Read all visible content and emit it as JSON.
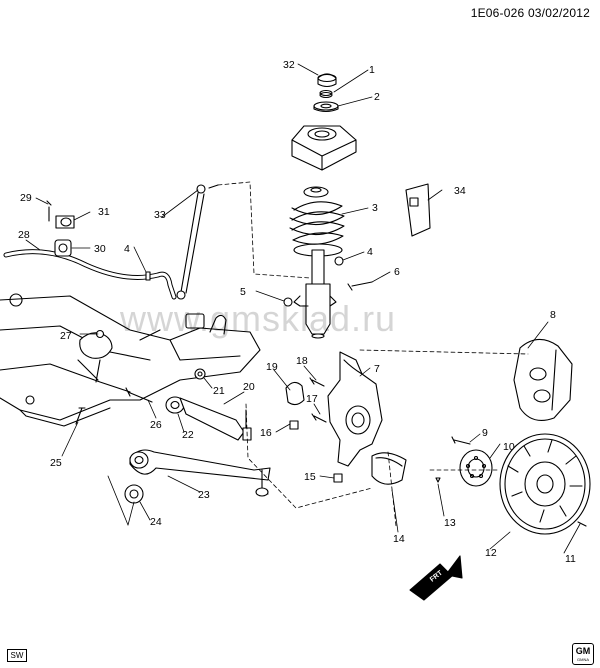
{
  "header": {
    "code": "1E06-026",
    "date": "03/02/2012"
  },
  "watermark": "www.gmsklad.ru",
  "footer": {
    "sw_badge": "SW",
    "brand_badge": "GM",
    "brand_sub": "GMNA"
  },
  "front_arrow": "FRT",
  "callouts": [
    "1",
    "2",
    "3",
    "4",
    "4",
    "5",
    "6",
    "7",
    "8",
    "9",
    "10",
    "11",
    "12",
    "13",
    "14",
    "15",
    "16",
    "17",
    "18",
    "19",
    "20",
    "21",
    "22",
    "23",
    "24",
    "25",
    "26",
    "27",
    "28",
    "29",
    "30",
    "31",
    "32",
    "33",
    "34"
  ],
  "colors": {
    "ink": "#000000",
    "paper": "#ffffff"
  }
}
